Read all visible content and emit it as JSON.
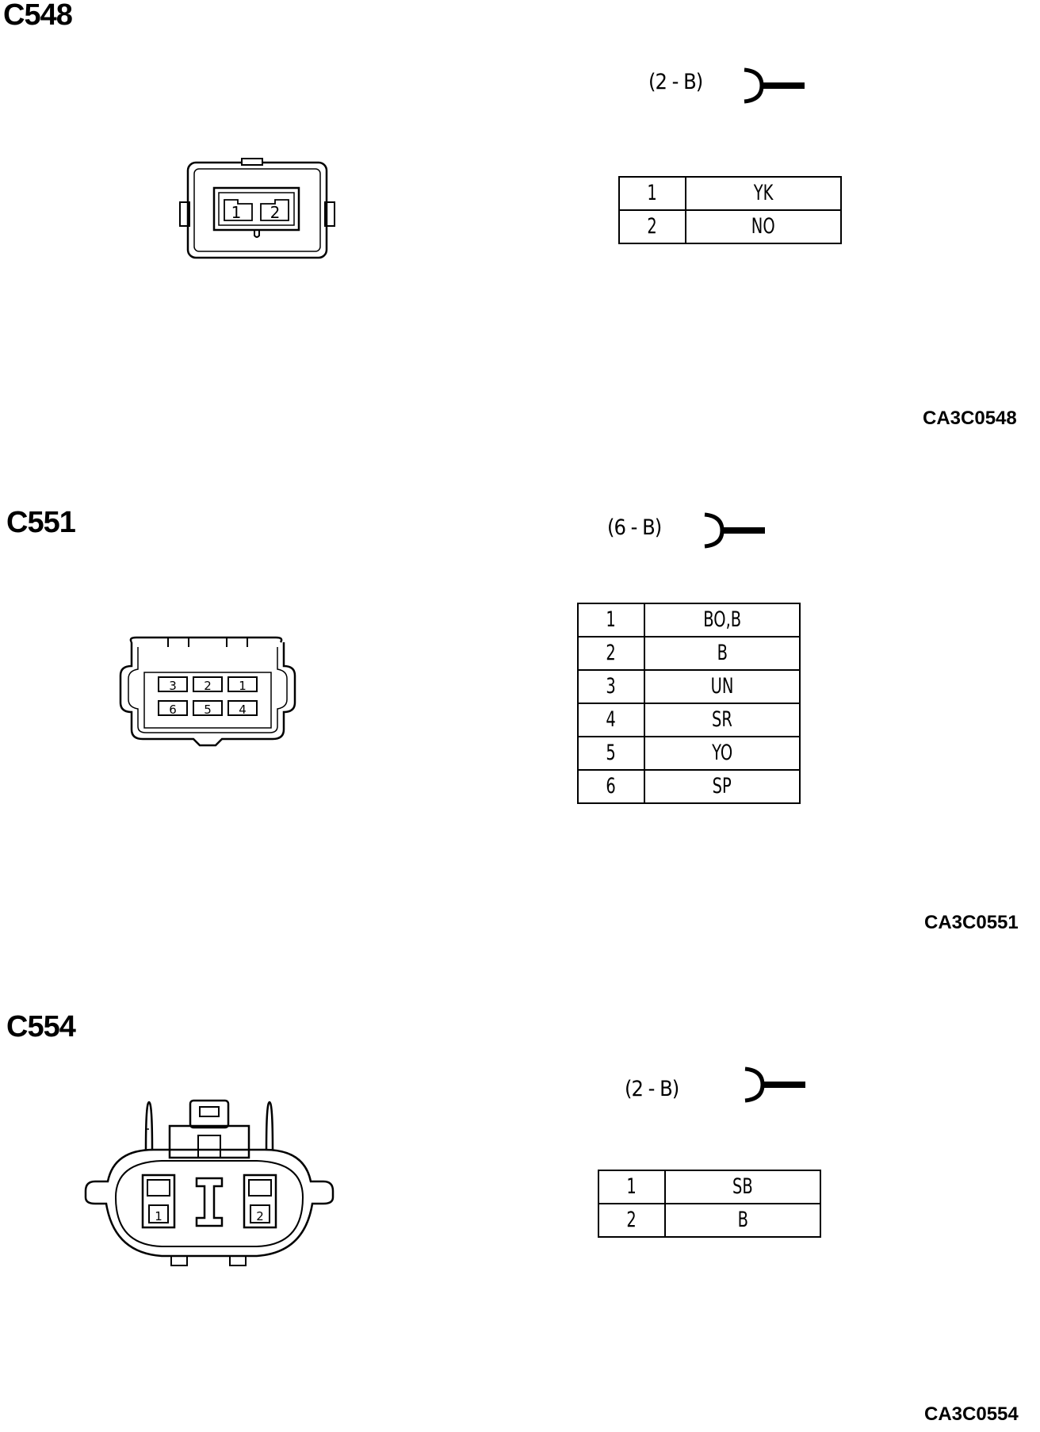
{
  "connectors": [
    {
      "id": "C548",
      "spec": "(2  -  B)",
      "ref": "CA3C0548",
      "pins": [
        {
          "num": "1",
          "wire": "YK"
        },
        {
          "num": "2",
          "wire": "NO"
        }
      ],
      "face_labels": [
        "1",
        "2"
      ]
    },
    {
      "id": "C551",
      "spec": "(6 - B)",
      "ref": "CA3C0551",
      "pins": [
        {
          "num": "1",
          "wire": "BO,B"
        },
        {
          "num": "2",
          "wire": "B"
        },
        {
          "num": "3",
          "wire": "UN"
        },
        {
          "num": "4",
          "wire": "SR"
        },
        {
          "num": "5",
          "wire": "YO"
        },
        {
          "num": "6",
          "wire": "SP"
        }
      ],
      "face_labels": [
        "3",
        "2",
        "1",
        "6",
        "5",
        "4"
      ]
    },
    {
      "id": "C554",
      "spec": "(2 - B)",
      "ref": "CA3C0554",
      "pins": [
        {
          "num": "1",
          "wire": "SB"
        },
        {
          "num": "2",
          "wire": "B"
        }
      ],
      "face_labels": [
        "1",
        "2"
      ]
    }
  ]
}
